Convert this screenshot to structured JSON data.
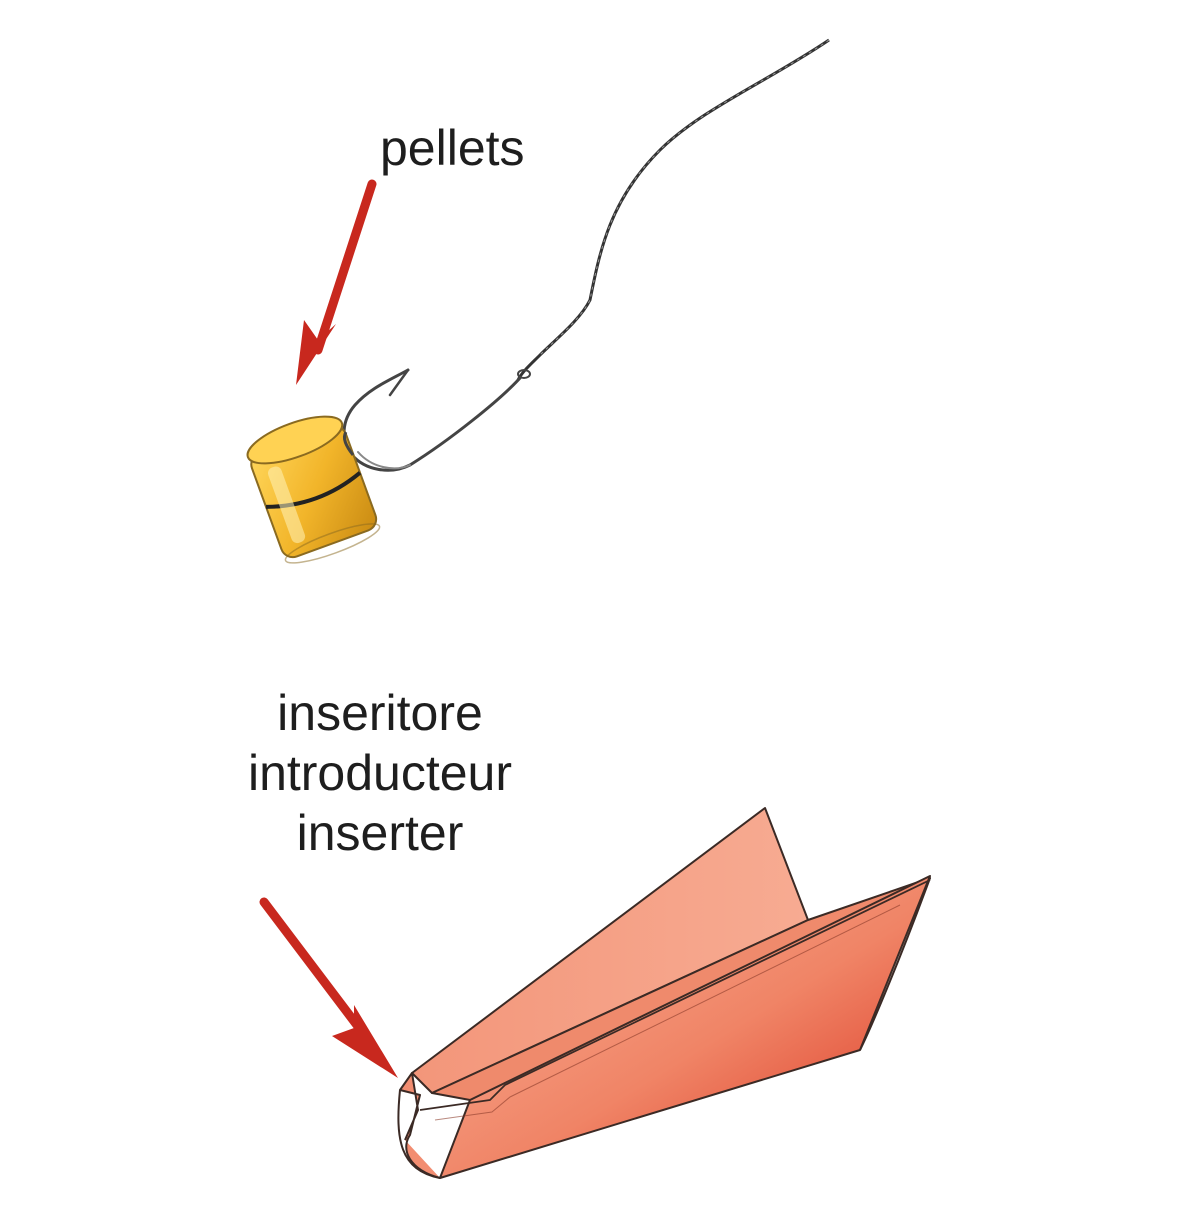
{
  "labels": {
    "pellets": "pellets",
    "inserter_lines": [
      "inseritore",
      "introducteur",
      "inserter"
    ]
  },
  "colors": {
    "arrow": "#c8281e",
    "pellet": "#f2b52a",
    "pellet_dark": "#c98a12",
    "inserter_light": "#f7a184",
    "inserter_dark": "#dd3c28",
    "line": "#333333"
  },
  "icons": [
    "fishing-hook-icon",
    "fishing-line-icon",
    "pellet-bait-icon",
    "arrow-icon",
    "inserter-tool-icon"
  ]
}
